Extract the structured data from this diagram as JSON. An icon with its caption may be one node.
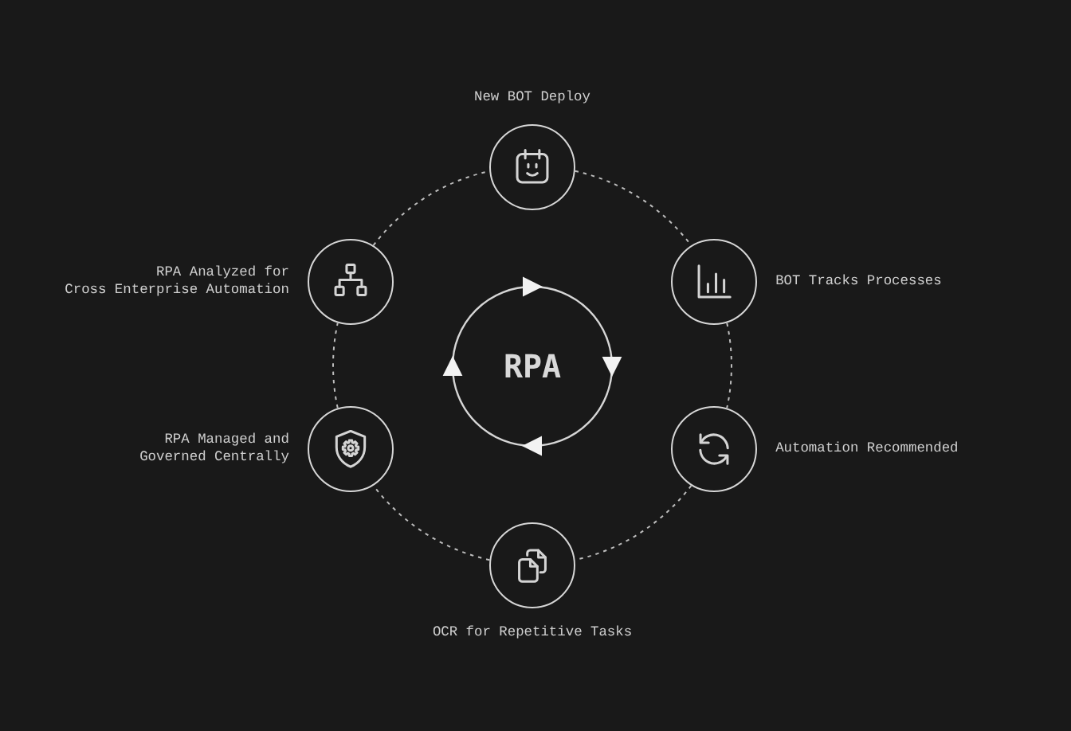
{
  "diagram": {
    "nodes": [
      {
        "text": [
          "RPA"
        ]
      },
      {
        "text": [],
        "shape": "circle",
        "beside": [
          "New BOT Deploy"
        ]
      },
      {
        "text": [],
        "shape": "circle",
        "beside": [
          "BOT Tracks Processes"
        ]
      },
      {
        "text": [],
        "shape": "circle",
        "beside": [
          "Automation Recommended"
        ]
      },
      {
        "text": [],
        "shape": "circle",
        "beside": [
          "OCR for Repetitive Tasks"
        ]
      },
      {
        "text": [],
        "shape": "circle",
        "beside": [
          "RPA Managed and Governed Centrally"
        ]
      },
      {
        "text": [],
        "shape": "circle",
        "beside": [
          "RPA Analyzed for Cross Enterprise Automation"
        ]
      }
    ],
    "edges": [
      {
        "from": 1,
        "to": 2,
        "arrow": "none",
        "style": "dashed"
      },
      {
        "from": 2,
        "to": 3,
        "arrow": "none",
        "style": "dashed"
      },
      {
        "from": 3,
        "to": 4,
        "arrow": "none",
        "style": "dashed"
      },
      {
        "from": 4,
        "to": 5,
        "arrow": "none",
        "style": "dashed"
      },
      {
        "from": 5,
        "to": 6,
        "arrow": "none",
        "style": "dashed"
      },
      {
        "from": 6,
        "to": 1,
        "arrow": "none",
        "style": "dashed"
      }
    ]
  }
}
